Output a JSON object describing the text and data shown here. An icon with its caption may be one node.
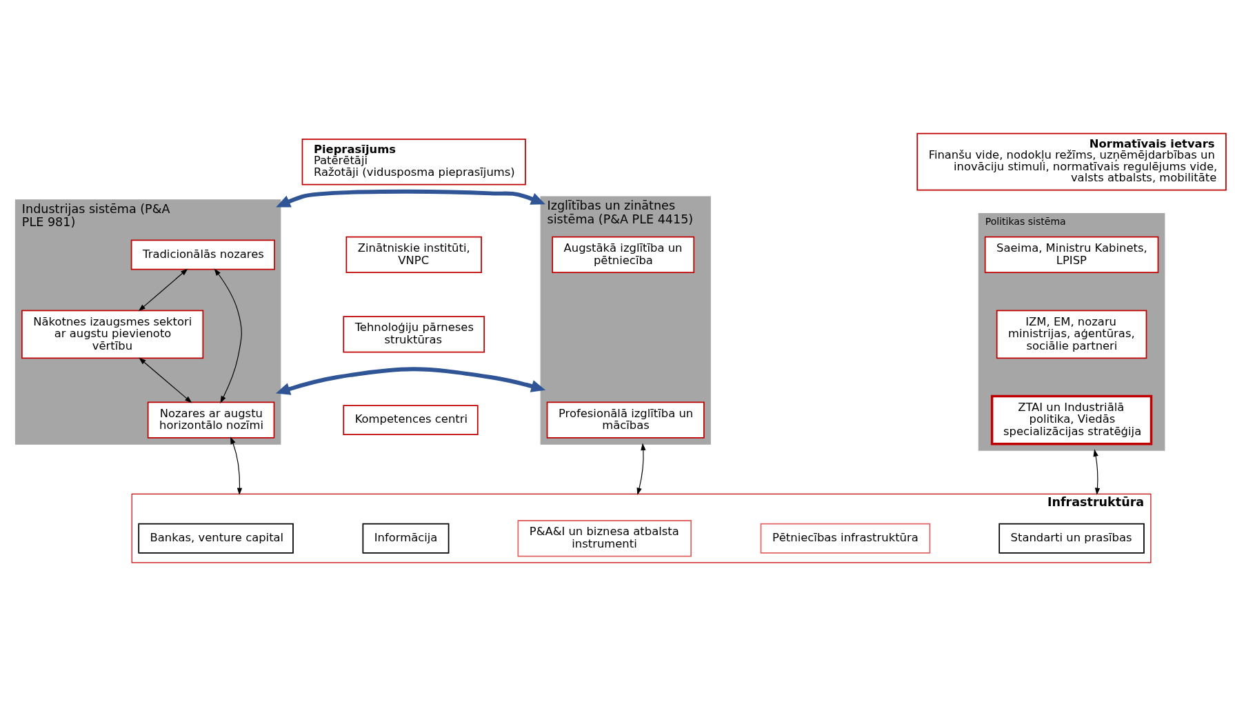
{
  "diagram": {
    "nodes": [
      {
        "text": [
          "Pieprasījums",
          "Patērētāji",
          "Ražotāji (vidusposma pieprasījums)"
        ]
      },
      {
        "text": [
          "Normatīvais ietvars",
          "Finanšu vide, nodokļu režīms, uzņēmējdarbības un inovāciju stimuli, normatīvais regulējums vide, valsts atbalsts, mobilitāte"
        ]
      },
      {
        "text": [
          "Industrijas sistēma (P&A PLE 981)"
        ]
      },
      {
        "text": [
          "Tradicionālās nozares"
        ],
        "in": 2
      },
      {
        "text": [
          "Nākotnes izaugsmes sektori ar augstu pievienoto vērtību"
        ],
        "in": 2
      },
      {
        "text": [
          "Nozares ar augstu horizontālo nozīmi"
        ],
        "in": 2
      },
      {
        "text": [
          "Izglītības un zinātnes sistēma (P&A PLE 4415)"
        ]
      },
      {
        "text": [
          "Zinātniskie institūti, VNPC"
        ]
      },
      {
        "text": [
          "Tehnoloģiju pārneses struktūras"
        ]
      },
      {
        "text": [
          "Kompetences centri"
        ]
      },
      {
        "text": [
          "Augstākā izglītība un pētniecība"
        ],
        "in": 6
      },
      {
        "text": [
          "Profesionālā izglītība un mācības"
        ],
        "in": 6
      },
      {
        "text": [
          "Politikas sistēma"
        ]
      },
      {
        "text": [
          "Saeima, Ministru Kabinets, LPISP"
        ],
        "in": 12
      },
      {
        "text": [
          "IZM, EM, nozaru ministrijas, aģentūras, sociālie partneri"
        ],
        "in": 12
      },
      {
        "text": [
          "ZTAI un Industriālā politika, Viedās specializācijas stratēģija"
        ],
        "in": 12
      },
      {
        "text": [
          "Infrastruktūra"
        ]
      },
      {
        "text": [
          "Bankas, venture capital"
        ],
        "in": 16
      },
      {
        "text": [
          "Informācija"
        ],
        "in": 16
      },
      {
        "text": [
          "P&A&I un biznesa atbalsta instrumenti"
        ],
        "in": 16
      },
      {
        "text": [
          "Pētniecības infrastruktūra"
        ],
        "in": 16
      },
      {
        "text": [
          "Standarti un prasības"
        ],
        "in": 16
      }
    ],
    "edges": [
      {
        "from": 3,
        "to": 4,
        "arrow": "both"
      },
      {
        "from": 4,
        "to": 5,
        "arrow": "both"
      },
      {
        "from": 3,
        "to": 5,
        "arrow": "both"
      },
      {
        "from": 2,
        "to": 6,
        "arrow": "both",
        "style": "thick",
        "color": "#2f5597"
      },
      {
        "from": 2,
        "to": 6,
        "arrow": "both",
        "style": "thick",
        "color": "#2f5597"
      },
      {
        "from": 5,
        "to": 16,
        "arrow": "both"
      },
      {
        "from": 6,
        "to": 16,
        "arrow": "both"
      },
      {
        "from": 12,
        "to": 16,
        "arrow": "both"
      }
    ]
  }
}
